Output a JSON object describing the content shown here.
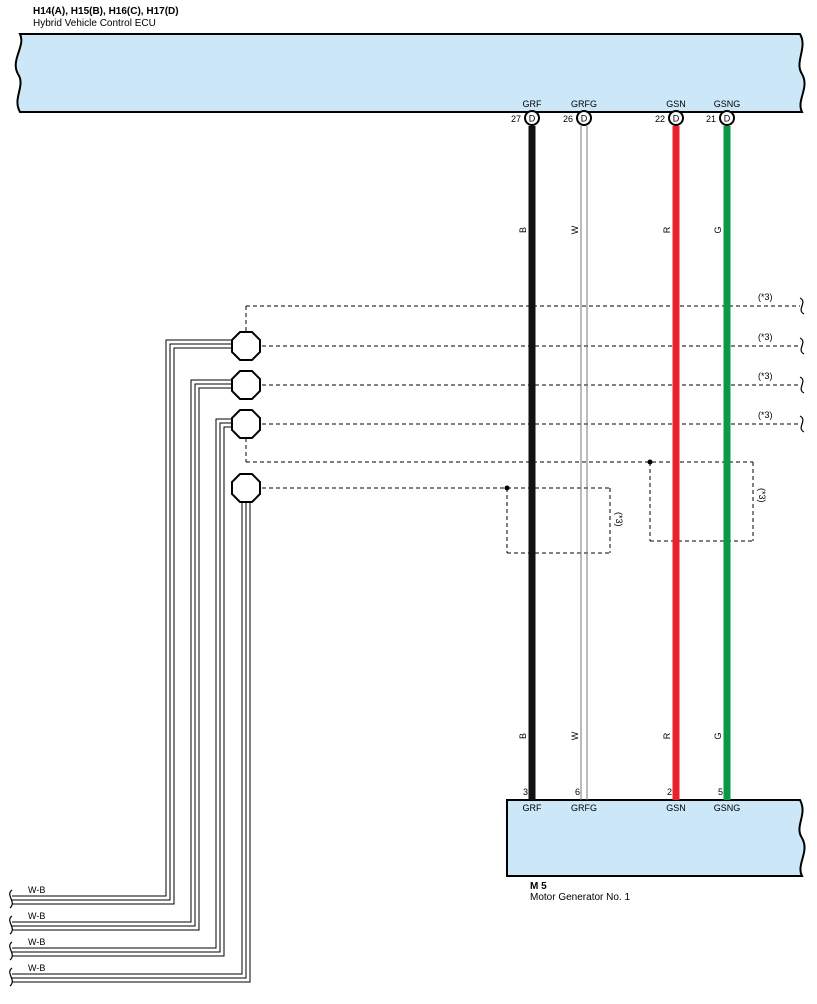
{
  "ecu": {
    "connectors": "H14(A), H15(B), H16(C), H17(D)",
    "name": "Hybrid Vehicle Control ECU",
    "fill": "#cce8f8"
  },
  "motor": {
    "code": "M 5",
    "name": "Motor Generator No. 1",
    "fill": "#cce8f8"
  },
  "wires": [
    {
      "name": "GRF",
      "ecu_pin": "27",
      "ecu_conn": "D",
      "motor_pin": "3",
      "color_code": "B",
      "color": "#111111"
    },
    {
      "name": "GRFG",
      "ecu_pin": "26",
      "ecu_conn": "D",
      "motor_pin": "6",
      "color_code": "W",
      "color": "#ffffff"
    },
    {
      "name": "GSN",
      "ecu_pin": "22",
      "ecu_conn": "D",
      "motor_pin": "2",
      "color_code": "R",
      "color": "#e8212b"
    },
    {
      "name": "GSNG",
      "ecu_pin": "21",
      "ecu_conn": "D",
      "motor_pin": "5",
      "color_code": "G",
      "color": "#0a9a47"
    }
  ],
  "shield_note": "(*3)",
  "ground_wire": "W-B"
}
